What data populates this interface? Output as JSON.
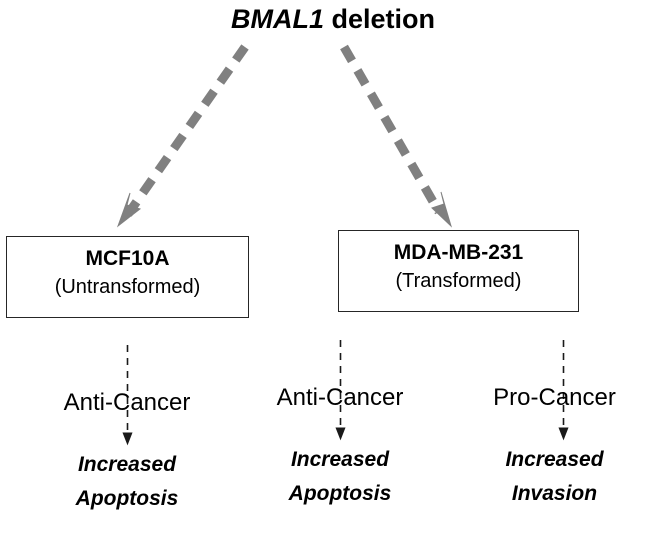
{
  "figure": {
    "title": {
      "gene": "BMAL1",
      "rest": " deletion"
    },
    "colors": {
      "arrow_thick": "#808080",
      "arrow_thin": "#1a1a1a",
      "box_border": "#262626",
      "text": "#000000",
      "background": "#ffffff"
    },
    "cell_lines": [
      {
        "name": "MCF10A",
        "state": "(Untransformed)"
      },
      {
        "name": "MDA-MB-231",
        "state": "(Transformed)"
      }
    ],
    "outcomes": [
      {
        "effect": "Anti-Cancer",
        "result_line1": "Increased",
        "result_line2": "Apoptosis"
      },
      {
        "effect": "Anti-Cancer",
        "result_line1": "Increased",
        "result_line2": "Apoptosis"
      },
      {
        "effect": "Pro-Cancer",
        "result_line1": "Increased",
        "result_line2": "Invasion"
      }
    ],
    "connectors": [
      {
        "icon": "dashed-arrow-down-left",
        "from": "title",
        "to": "MCF10A"
      },
      {
        "icon": "dashed-arrow-down-right",
        "from": "title",
        "to": "MDA-MB-231"
      },
      {
        "icon": "dashed-arrow-down",
        "from": "MCF10A",
        "to": "Anti-Cancer"
      },
      {
        "icon": "dashed-arrow-down",
        "from": "MDA-MB-231",
        "to": "Anti-Cancer"
      },
      {
        "icon": "dashed-arrow-down",
        "from": "MDA-MB-231",
        "to": "Pro-Cancer"
      },
      {
        "icon": "dashed-arrow-down",
        "from": "Anti-Cancer",
        "to": "Increased Apoptosis"
      },
      {
        "icon": "dashed-arrow-down",
        "from": "Anti-Cancer",
        "to": "Increased Apoptosis"
      },
      {
        "icon": "dashed-arrow-down",
        "from": "Pro-Cancer",
        "to": "Increased Invasion"
      }
    ]
  }
}
